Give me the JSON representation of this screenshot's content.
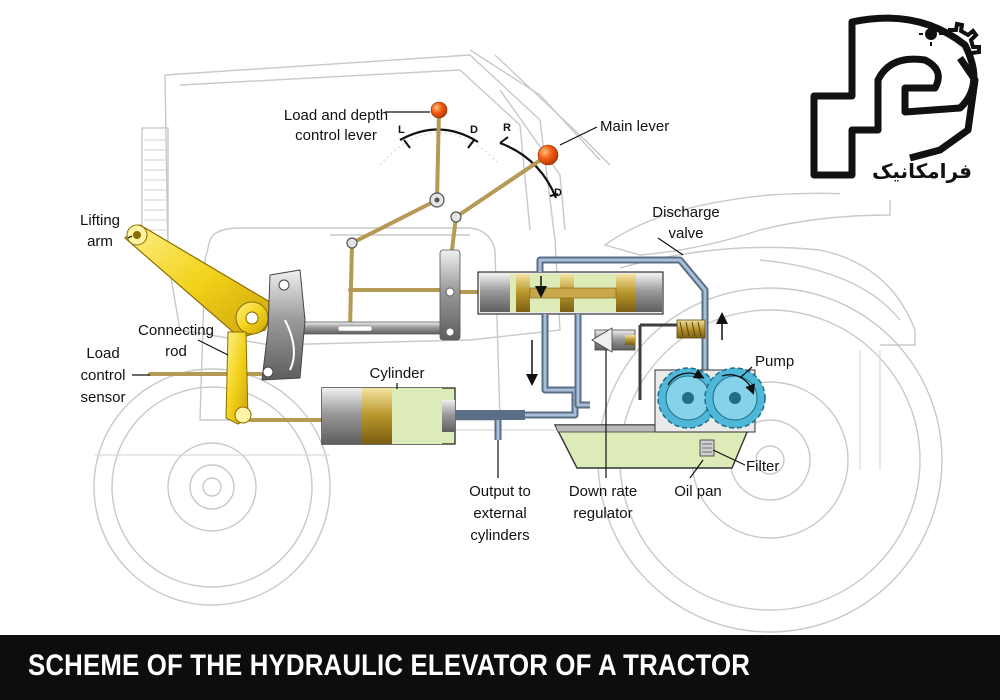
{
  "title": "SCHEME OF THE HYDRAULIC ELEVATOR OF A TRACTOR",
  "logo": {
    "text": "فرامکانیک"
  },
  "labels": {
    "load_depth_1": "Load and depth",
    "load_depth_2": "control lever",
    "main_lever": "Main lever",
    "lifting_1": "Lifting",
    "lifting_2": "arm",
    "connecting_1": "Connecting",
    "connecting_2": "rod",
    "sensor_1": "Load",
    "sensor_2": "control",
    "sensor_3": "sensor",
    "cylinder": "Cylinder",
    "discharge_1": "Discharge",
    "discharge_2": "valve",
    "pump": "Pump",
    "filter": "Filter",
    "oil_pan": "Oil pan",
    "output_1": "Output to",
    "output_2": "external",
    "output_3": "cylinders",
    "down_1": "Down rate",
    "down_2": "regulator"
  },
  "lever_marks": {
    "l": "L",
    "d1": "D",
    "r": "R",
    "d2": "D"
  },
  "colors": {
    "lifting_arm": "#f2d21a",
    "lever_knob": "#f05a14",
    "oil": "#dcebb8",
    "pump_gear": "#4fb8d8",
    "pipe": "#5a6e86",
    "brass": "#b8952a",
    "footer": "#0d0d0d"
  }
}
